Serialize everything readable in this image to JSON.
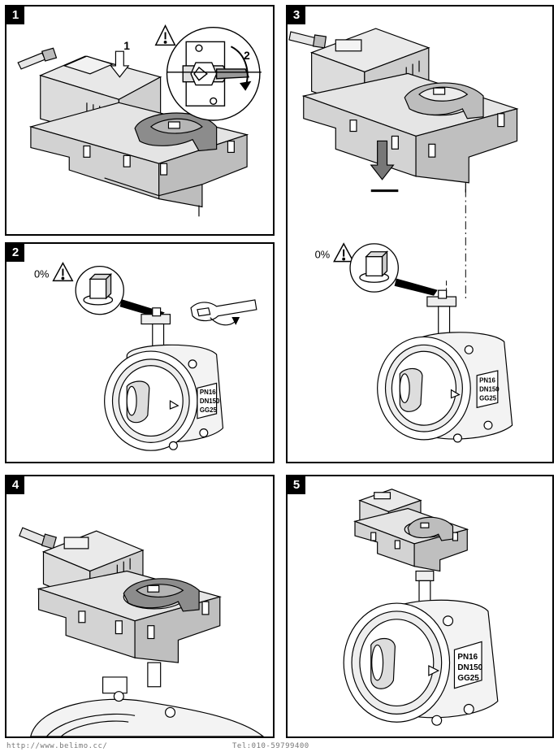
{
  "panels": [
    {
      "number": "1",
      "arrow1_label": "1",
      "arrow2_label": "2"
    },
    {
      "number": "2",
      "percent_label": "0%"
    },
    {
      "number": "3",
      "percent_label": "0%"
    },
    {
      "number": "4"
    },
    {
      "number": "5",
      "valve_markings": [
        "PN16",
        "DN150",
        "GG25"
      ]
    }
  ],
  "valve_markings_small": [
    "PN16",
    "DN150",
    "GG25"
  ],
  "footer": {
    "url": "http://www.belimo.cc/",
    "tel": "Tel:010-59799400"
  }
}
